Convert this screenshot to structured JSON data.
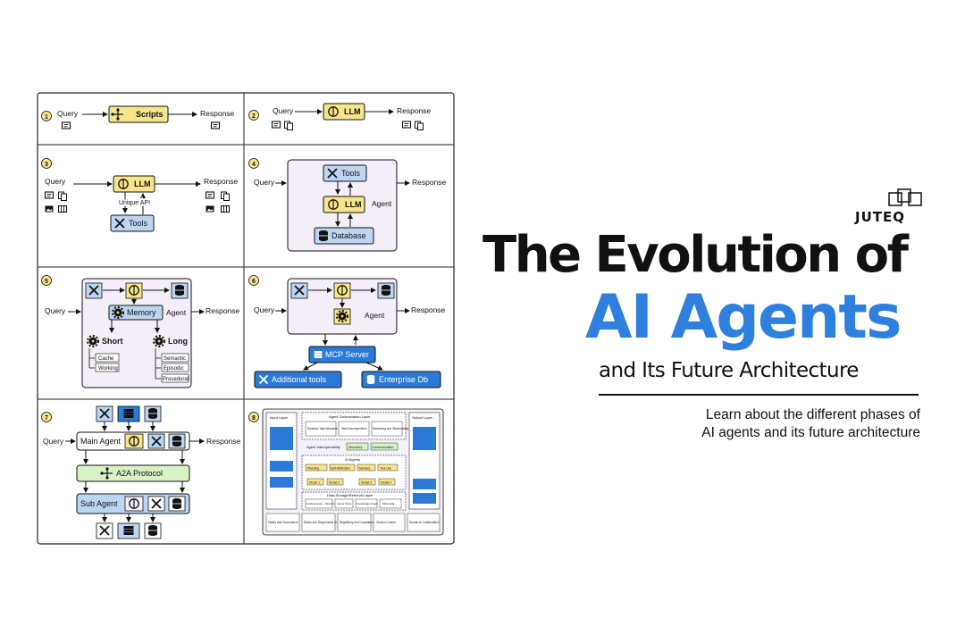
{
  "common": {
    "query": "Query",
    "response": "Response",
    "llm": "LLM",
    "tools": "Tools",
    "agent": "Agent"
  },
  "panel1": {
    "num": "1",
    "scripts": "Scripts"
  },
  "panel2": {
    "num": "2"
  },
  "panel3": {
    "num": "3",
    "unique_api": "Unique API"
  },
  "panel4": {
    "num": "4",
    "database": "Database"
  },
  "panel5": {
    "num": "5",
    "memory": "Memory",
    "short": "Short",
    "long": "Long",
    "short_items": [
      "Cache",
      "Working"
    ],
    "long_items": [
      "Semantic",
      "Episodic",
      "Procedural"
    ]
  },
  "panel6": {
    "num": "6",
    "mcp": "MCP Server",
    "additional_tools": "Additional tools",
    "enterprise_db": "Enterprise Db"
  },
  "panel7": {
    "num": "7",
    "main_agent": "Main Agent",
    "a2a": "A2A Protocol",
    "sub_agent": "Sub Agent"
  },
  "panel8": {
    "num": "8",
    "input_layer": "Input Layer",
    "output_layer": "Output Layer",
    "orch_layer": "Agent Orchestration Layer",
    "orch_items": [
      "Dynamic Task Allocation",
      "Task Decomposition",
      "Monitoring and Observability"
    ],
    "interop": "Agent Interoperability",
    "discovery": "Discovery",
    "communication": "Communication",
    "ai_agents": "AI Agents",
    "agent_caps": [
      "Planning",
      "Self-Reflection",
      "Memory",
      "Tool Use"
    ],
    "models": [
      "Model 1",
      "Model 2",
      "Model 3",
      "Model 4"
    ],
    "data_layer": "Data Storage/Retrieval Layer",
    "data_items": [
      "Unstructured + Structured data",
      "Vector Store",
      "Knowledge Graph",
      "Meta data"
    ],
    "bottom": [
      "Safety and Governance",
      "Ethics and Responsible AI",
      "Regulatory and Compliance",
      "Version Control",
      "Human AI Collaboration"
    ]
  },
  "brand": {
    "name": "JUTEQ"
  },
  "title": {
    "line1": "The Evolution of",
    "line2": "AI Agents",
    "line3": "and Its Future Architecture",
    "subtitle1": "Learn about the different phases of",
    "subtitle2": "AI agents and its future architecture"
  },
  "colors": {
    "yellow": "#f7e58b",
    "blue_light": "#bcd6f2",
    "blue": "#2c7ad6",
    "lavender": "#f4eef9",
    "green": "#d8f2c6",
    "title_blue": "#2f7fde"
  }
}
